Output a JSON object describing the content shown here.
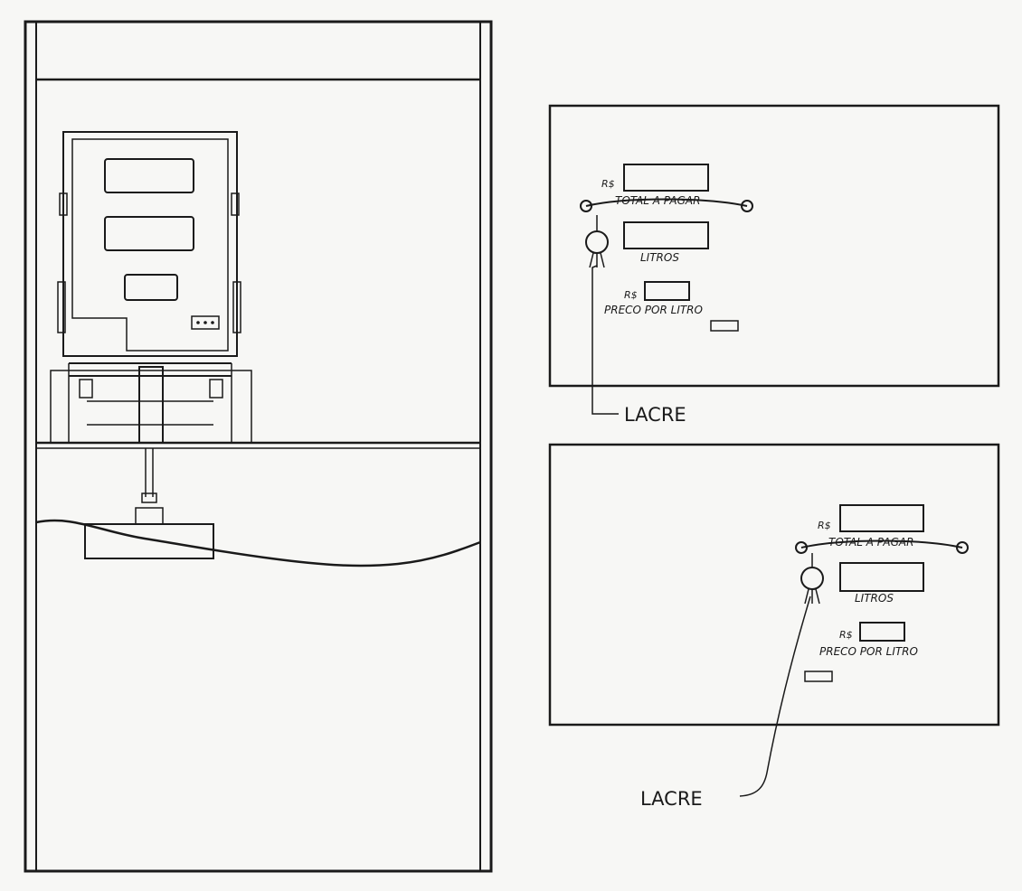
{
  "top_panel": {
    "currency_total": "R$",
    "total_label": "TOTAL A PAGAR",
    "liters_label": "LITROS",
    "currency_price": "R$",
    "price_label": "PRECO POR LITRO",
    "seal_label": "LACRE"
  },
  "bottom_panel": {
    "currency_total": "R$",
    "total_label": "TOTAL A PAGAR",
    "liters_label": "LITROS",
    "currency_price": "R$",
    "price_label": "PRECO POR LITRO",
    "seal_label": "LACRE"
  },
  "colors": {
    "line": "#1a1a1a",
    "paper": "#f7f7f5"
  }
}
